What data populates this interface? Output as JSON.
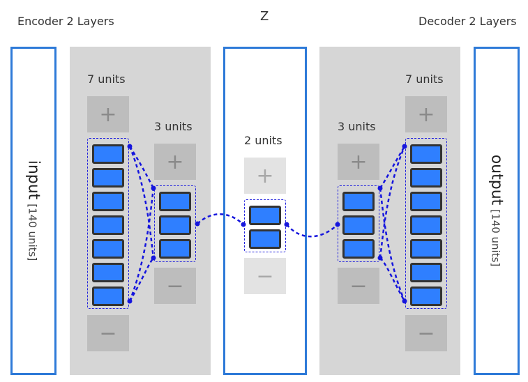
{
  "header": {
    "encoder_title": "Encoder 2 Layers",
    "latent_title": "Z",
    "decoder_title": "Decoder 2 Layers"
  },
  "input": {
    "label": "input",
    "units": "[140 units]"
  },
  "output": {
    "label": "output",
    "units": "[140 units]"
  },
  "encoder": {
    "layer1": {
      "units_label": "7 units",
      "add_label": "+",
      "remove_label": "−",
      "count": 7
    },
    "layer2": {
      "units_label": "3 units",
      "add_label": "+",
      "remove_label": "−",
      "count": 3
    }
  },
  "latent": {
    "units_label": "2 units",
    "add_label": "+",
    "remove_label": "−",
    "count": 2
  },
  "decoder": {
    "layer1": {
      "units_label": "3 units",
      "add_label": "+",
      "remove_label": "−",
      "count": 3
    },
    "layer2": {
      "units_label": "7 units",
      "add_label": "+",
      "remove_label": "−",
      "count": 7
    }
  },
  "colors": {
    "unit_fill": "#2f7fff",
    "accent": "#2e7ad8",
    "connection": "#1515dd"
  }
}
